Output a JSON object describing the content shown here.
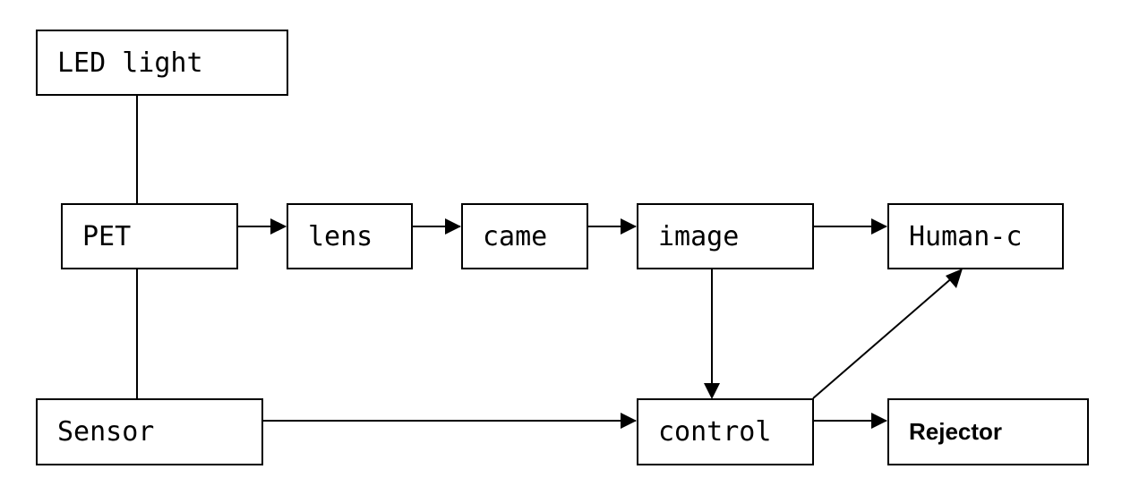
{
  "diagram": {
    "nodes": {
      "led_light": "LED light",
      "pet": "PET",
      "lens": "lens",
      "came": "came",
      "image": "image",
      "human_c": "Human-c",
      "sensor": "Sensor",
      "control": "control",
      "rejector": "Rejector"
    },
    "edges": [
      {
        "from": "led_light",
        "to": "pet",
        "arrow": false
      },
      {
        "from": "pet",
        "to": "sensor",
        "arrow": false
      },
      {
        "from": "pet",
        "to": "lens",
        "arrow": true
      },
      {
        "from": "lens",
        "to": "came",
        "arrow": true
      },
      {
        "from": "came",
        "to": "image",
        "arrow": true
      },
      {
        "from": "image",
        "to": "human_c",
        "arrow": true
      },
      {
        "from": "image",
        "to": "control",
        "arrow": true
      },
      {
        "from": "sensor",
        "to": "control",
        "arrow": true
      },
      {
        "from": "control",
        "to": "human_c",
        "arrow": true
      },
      {
        "from": "control",
        "to": "rejector",
        "arrow": true
      }
    ]
  }
}
